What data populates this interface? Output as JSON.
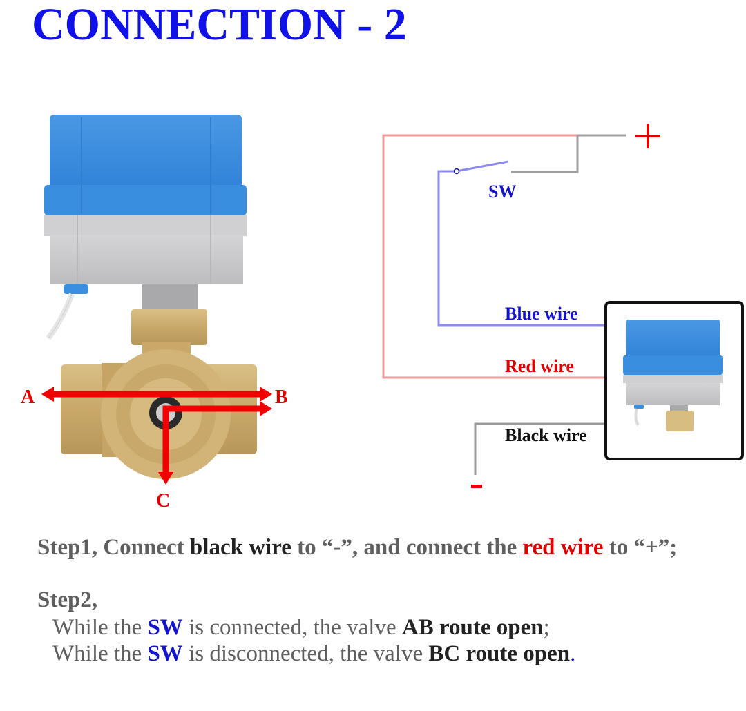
{
  "title": "CONNECTION - 2",
  "colors": {
    "title": "#1010e8",
    "red_wire": "#f08a8a",
    "blue_wire": "#8080f0",
    "black_wire": "#9a9a9a",
    "arrow": "#f00000",
    "label_red": "#e00000",
    "label_blue": "#1414d0",
    "actuator_blue": "#3a8fe0",
    "actuator_grey": "#c8c8ca",
    "brass": "#cdb07a"
  },
  "valve": {
    "ports": [
      "A",
      "B",
      "C"
    ],
    "arrows": [
      {
        "from": "A",
        "to": "B",
        "type": "double"
      },
      {
        "from": "center",
        "to": "B",
        "type": "single"
      },
      {
        "from": "center",
        "to": "C",
        "type": "single"
      }
    ]
  },
  "circuit": {
    "plus_label": "+",
    "minus_label": "-",
    "switch_label": "SW",
    "wires": [
      {
        "name": "Blue wire",
        "color_key": "blue_wire"
      },
      {
        "name": "Red wire",
        "color_key": "red_wire"
      },
      {
        "name": "Black wire",
        "color_key": "black_wire"
      }
    ]
  },
  "steps": {
    "step1": {
      "p1": "Step1, Connect ",
      "b1": "black wire",
      "p2": " to “-”, and connect the ",
      "b2": "red wire",
      "p3": " to “+”;"
    },
    "step2": {
      "head": "Step2,",
      "line1": {
        "p1": "While the ",
        "sw": "SW",
        "p2": " is connected, the valve ",
        "b": "AB route open",
        "p3": ";"
      },
      "line2": {
        "p1": "While the ",
        "sw": "SW",
        "p2": " is disconnected, the valve ",
        "b": "BC route open",
        "p3": "."
      }
    }
  }
}
